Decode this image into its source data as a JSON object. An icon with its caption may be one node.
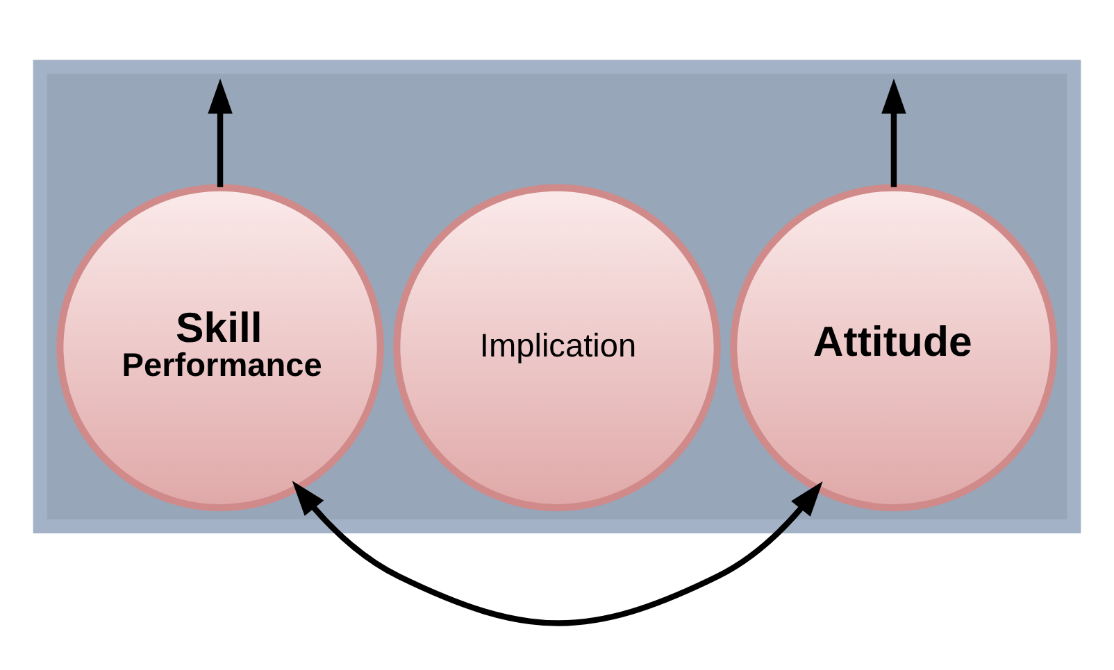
{
  "diagram": {
    "nodes": [
      {
        "text": [],
        "shape": "triangle"
      },
      {
        "text": [
          "Implication"
        ],
        "in": 0
      },
      {
        "text": [
          "Attitude"
        ],
        "in": 0
      },
      {
        "text": [
          "Skill",
          "Performance"
        ],
        "in": 0
      }
    ],
    "edges": [
      {
        "from": 2,
        "to": null,
        "arrow": "to"
      },
      {
        "from": 3,
        "to": null,
        "arrow": "to"
      },
      {
        "from": 2,
        "to": 3,
        "arrow": "both"
      }
    ]
  }
}
